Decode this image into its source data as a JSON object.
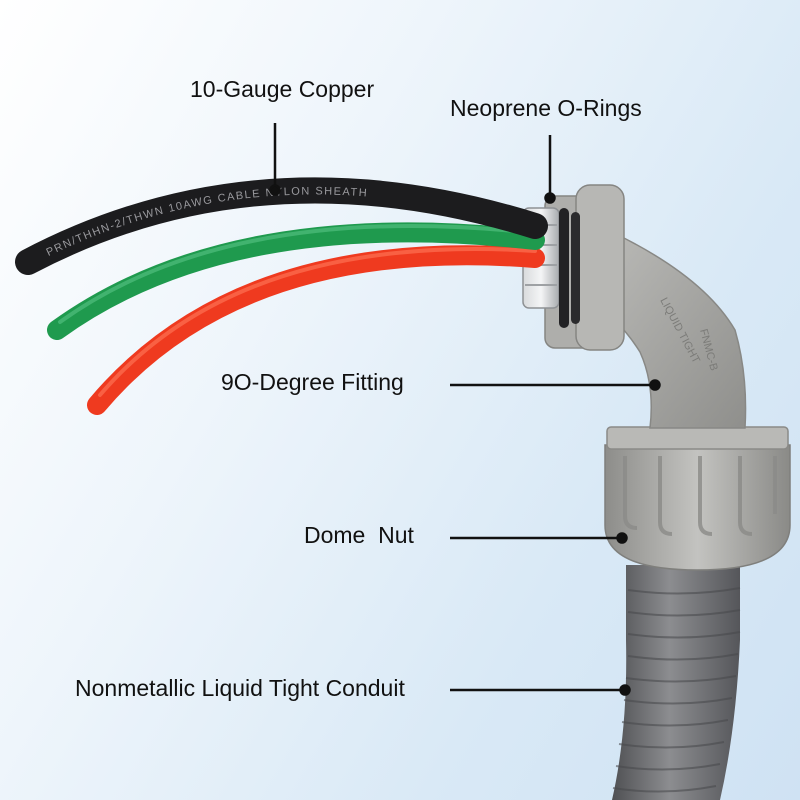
{
  "labels": {
    "copper": "10-Gauge Copper",
    "o_rings": "Neoprene O-Rings",
    "fitting": "9O-Degree Fitting",
    "dome_nut": "Dome  Nut",
    "conduit": "Nonmetallic Liquid Tight Conduit"
  },
  "product_markings": {
    "cable_print": "PRN/THHN-2/THWN 10AWG CABLE NYLON SHEATH",
    "fitting_print_1": "LIQUID TIGHT",
    "fitting_print_2": "FNMC-B"
  },
  "colors": {
    "black_wire": "#1c1c1e",
    "green_wire": "#1f9a4e",
    "red_wire": "#ef3a1f",
    "fitting_gray": "#a9a9a6",
    "conduit_gray": "#6e6f72",
    "leader_line": "#111111"
  }
}
